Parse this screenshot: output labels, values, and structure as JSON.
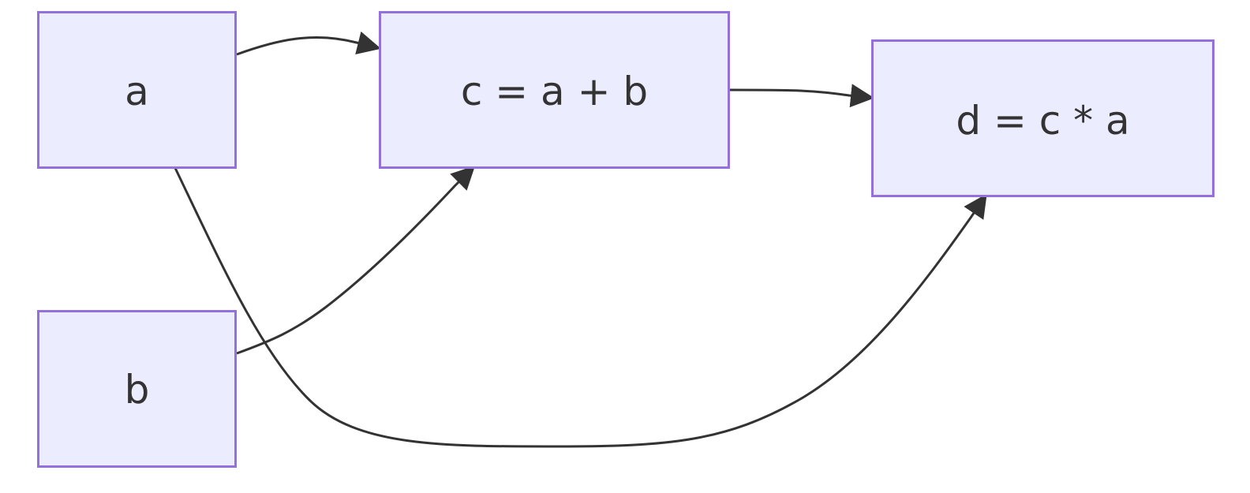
{
  "diagram": {
    "type": "flowchart",
    "direction": "LR",
    "nodes": [
      {
        "id": "a",
        "label": "a"
      },
      {
        "id": "b",
        "label": "b"
      },
      {
        "id": "c",
        "label": "c = a + b"
      },
      {
        "id": "d",
        "label": "d = c * a"
      }
    ],
    "edges": [
      {
        "from": "a",
        "to": "c"
      },
      {
        "from": "b",
        "to": "c"
      },
      {
        "from": "c",
        "to": "d"
      },
      {
        "from": "a",
        "to": "d"
      }
    ],
    "colors": {
      "node_fill": "#ECECFF",
      "node_border": "#9370DB",
      "edge": "#333333",
      "text": "#333333"
    }
  }
}
